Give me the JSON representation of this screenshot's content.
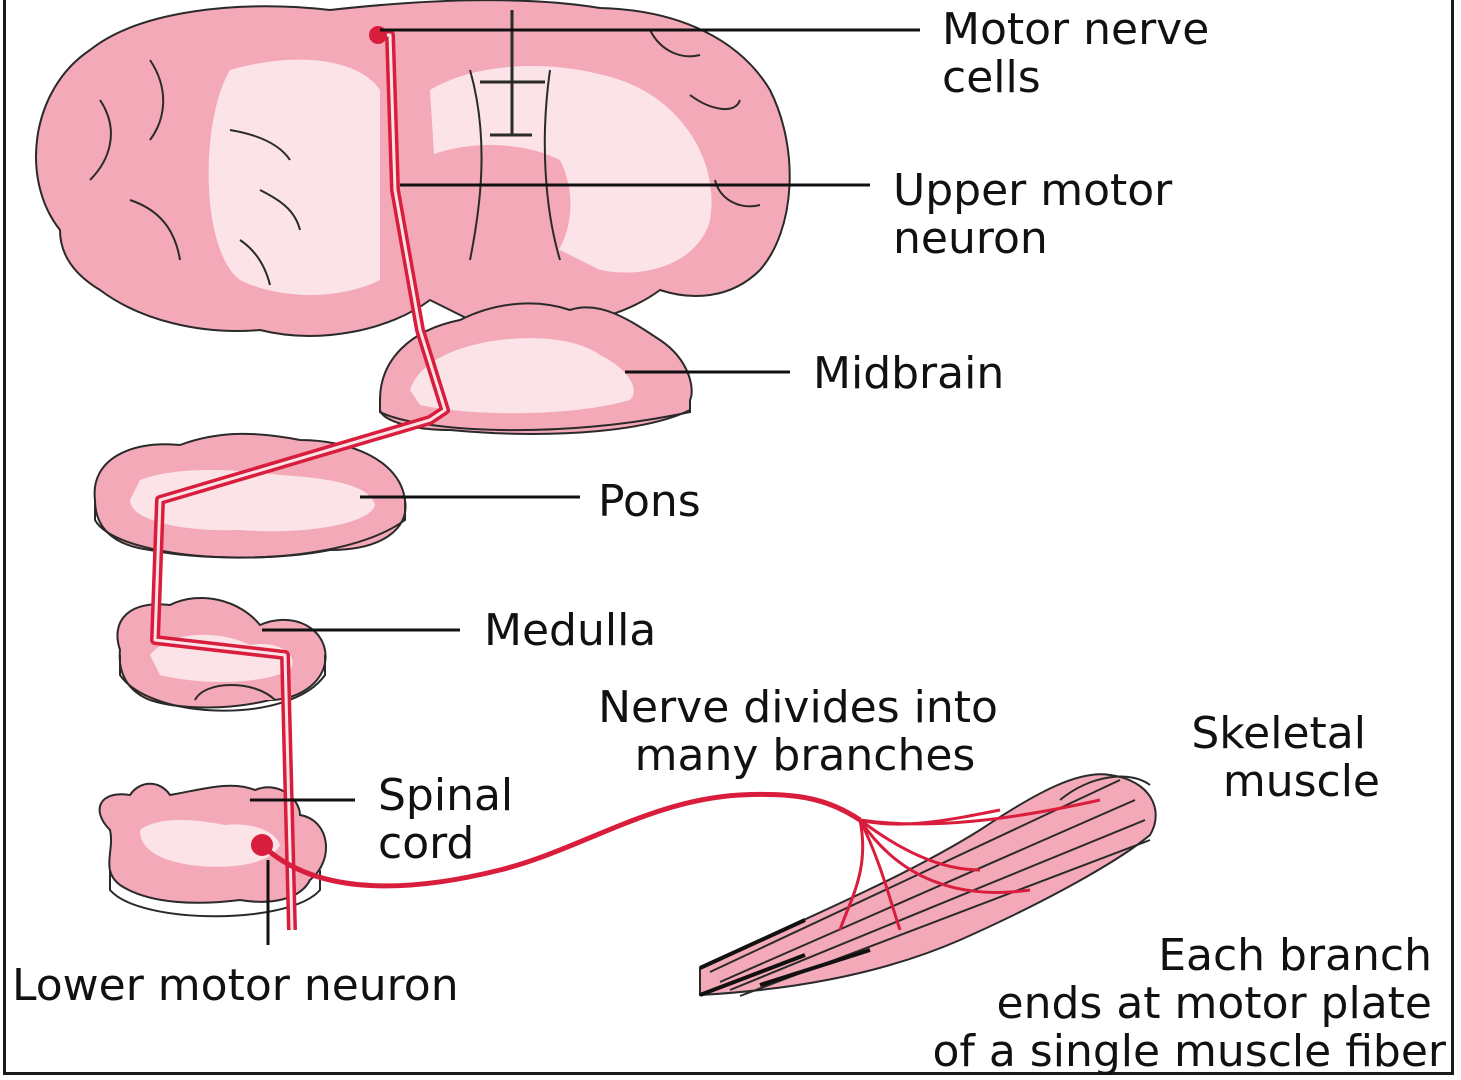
{
  "labels": {
    "motor_nerve_cells": [
      "Motor nerve",
      "cells"
    ],
    "upper_motor_neuron": [
      "Upper motor",
      "neuron"
    ],
    "midbrain": [
      "Midbrain"
    ],
    "pons": [
      "Pons"
    ],
    "medulla": [
      "Medulla"
    ],
    "nerve_divides": [
      "Nerve divides into",
      "many branches"
    ],
    "skeletal_muscle": [
      "Skeletal",
      "muscle"
    ],
    "spinal_cord": [
      "Spinal",
      "cord"
    ],
    "lower_motor_neuron": [
      "Lower motor neuron"
    ],
    "each_branch": [
      "Each branch",
      "ends at motor plate",
      "of a single muscle fiber"
    ]
  },
  "colors": {
    "tissue_pink": "#f4a9b8",
    "tissue_light": "#fbe3e8",
    "nerve_red": "#d81e3c",
    "outline": "#2a2a2a"
  }
}
